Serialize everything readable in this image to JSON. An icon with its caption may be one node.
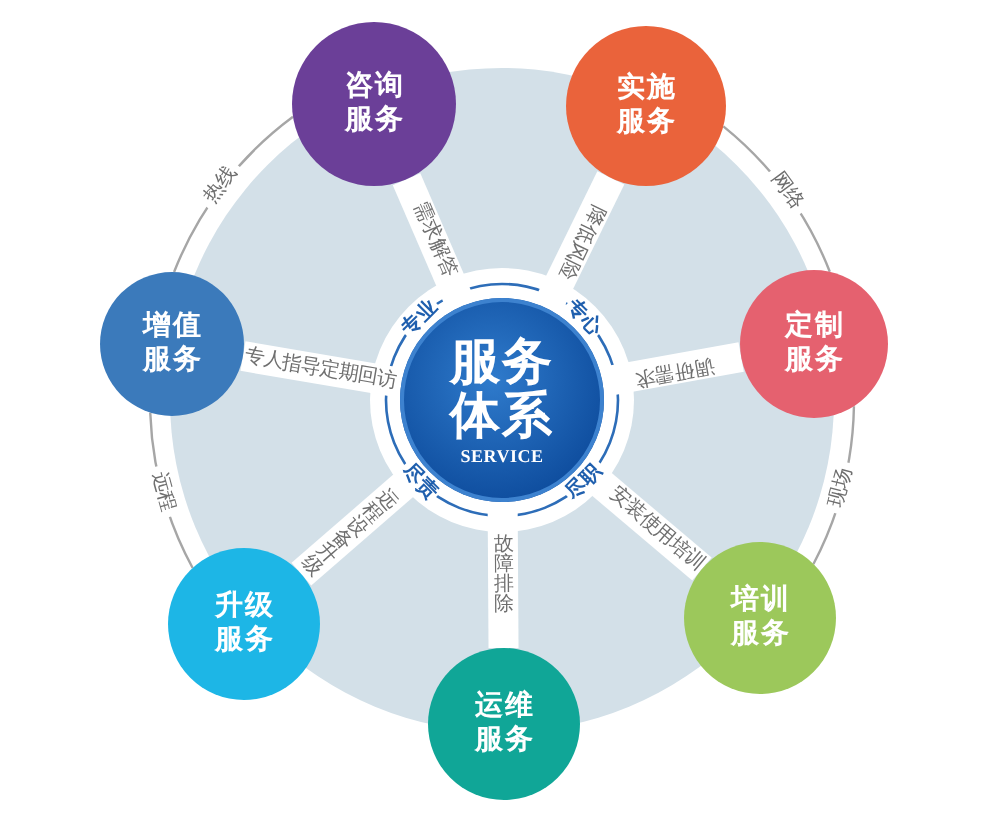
{
  "diagram": {
    "nodes": [
      {
        "text": [
          "服务体系",
          "SERVICE"
        ]
      },
      {
        "text": [
          "咨询服务"
        ]
      },
      {
        "text": [
          "实施服务"
        ]
      },
      {
        "text": [
          "定制服务"
        ]
      },
      {
        "text": [
          "培训服务"
        ]
      },
      {
        "text": [
          "运维服务"
        ]
      },
      {
        "text": [
          "升级服务"
        ]
      },
      {
        "text": [
          "增值服务"
        ]
      }
    ],
    "edges": [
      {
        "from": 0,
        "to": 1,
        "arrow": "none",
        "label": "需求解答"
      },
      {
        "from": 0,
        "to": 2,
        "arrow": "none",
        "label": "降低风险"
      },
      {
        "from": 0,
        "to": 3,
        "arrow": "none",
        "label": "调研需求"
      },
      {
        "from": 0,
        "to": 4,
        "arrow": "none",
        "label": "安装使用培训"
      },
      {
        "from": 0,
        "to": 5,
        "arrow": "none",
        "label": "故障排除"
      },
      {
        "from": 0,
        "to": 6,
        "arrow": "none",
        "label": "远程设备升级"
      },
      {
        "from": 0,
        "to": 7,
        "arrow": "none",
        "label": "专人指导定期回访"
      },
      {
        "from": 1,
        "to": 7,
        "arrow": "none",
        "label": "热线",
        "color": "#a6a6a6"
      },
      {
        "from": 2,
        "to": 3,
        "arrow": "none",
        "label": "网络",
        "color": "#a6a6a6"
      },
      {
        "from": 7,
        "to": 6,
        "arrow": "none",
        "label": "远程",
        "color": "#a6a6a6"
      },
      {
        "from": 3,
        "to": 4,
        "arrow": "none",
        "label": "现场",
        "color": "#a6a6a6"
      }
    ],
    "labels": [
      "专业",
      "专心",
      "尽责",
      "尽职"
    ]
  }
}
